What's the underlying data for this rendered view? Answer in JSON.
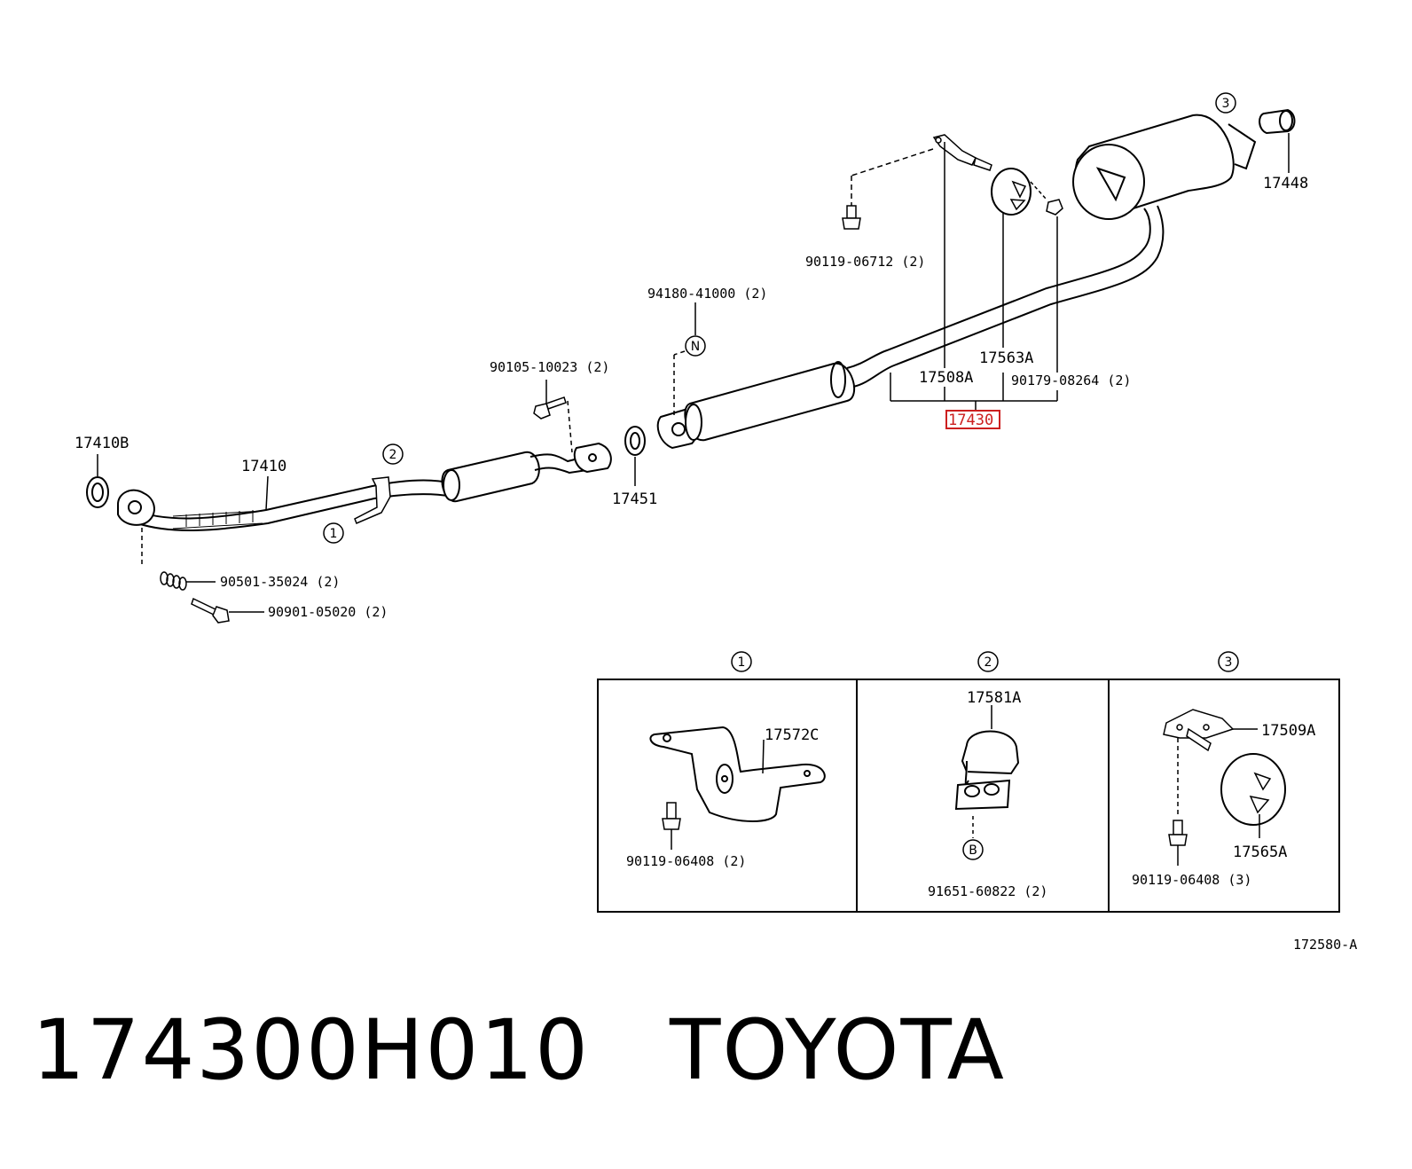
{
  "labels": {
    "p17410b": "17410B",
    "p17410": "17410",
    "p90501": "90501-35024 (2)",
    "p90901": "90901-05020 (2)",
    "p90105": "90105-10023 (2)",
    "p17451": "17451",
    "p94180": "94180-41000 (2)",
    "p90119_06712": "90119-06712 (2)",
    "p17448": "17448",
    "p17563a": "17563A",
    "p17508a": "17508A",
    "p90179": "90179-08264 (2)",
    "p17430": "17430",
    "p17572c": "17572C",
    "p90119_06408_2": "90119-06408 (2)",
    "p17581a": "17581A",
    "p91651": "91651-60822 (2)",
    "p17509a": "17509A",
    "p17565a": "17565A",
    "p90119_06408_3": "90119-06408 (3)",
    "p172580": "172580-A"
  },
  "markers": {
    "one": "1",
    "two": "2",
    "three": "3",
    "n": "N",
    "b": "B"
  },
  "colors": {
    "highlight": "#cc1f1f",
    "line": "#000000"
  },
  "caption": {
    "part_number": "174300H010",
    "brand": "TOYOTA"
  }
}
